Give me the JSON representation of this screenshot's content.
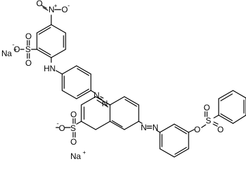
{
  "structure": {
    "labels": {
      "nitro_n": "N",
      "nitro_o_single": "O",
      "nitro_o_double": "O",
      "plus": "+",
      "minus": "-",
      "sulfonate_s_top": "S",
      "sulfonate_s_bottom": "S",
      "o": "O",
      "amine": "HN",
      "na_top": "Na",
      "na_bottom": "Na",
      "azo_n": "N",
      "ester_s": "S",
      "ester_o": "O"
    }
  }
}
